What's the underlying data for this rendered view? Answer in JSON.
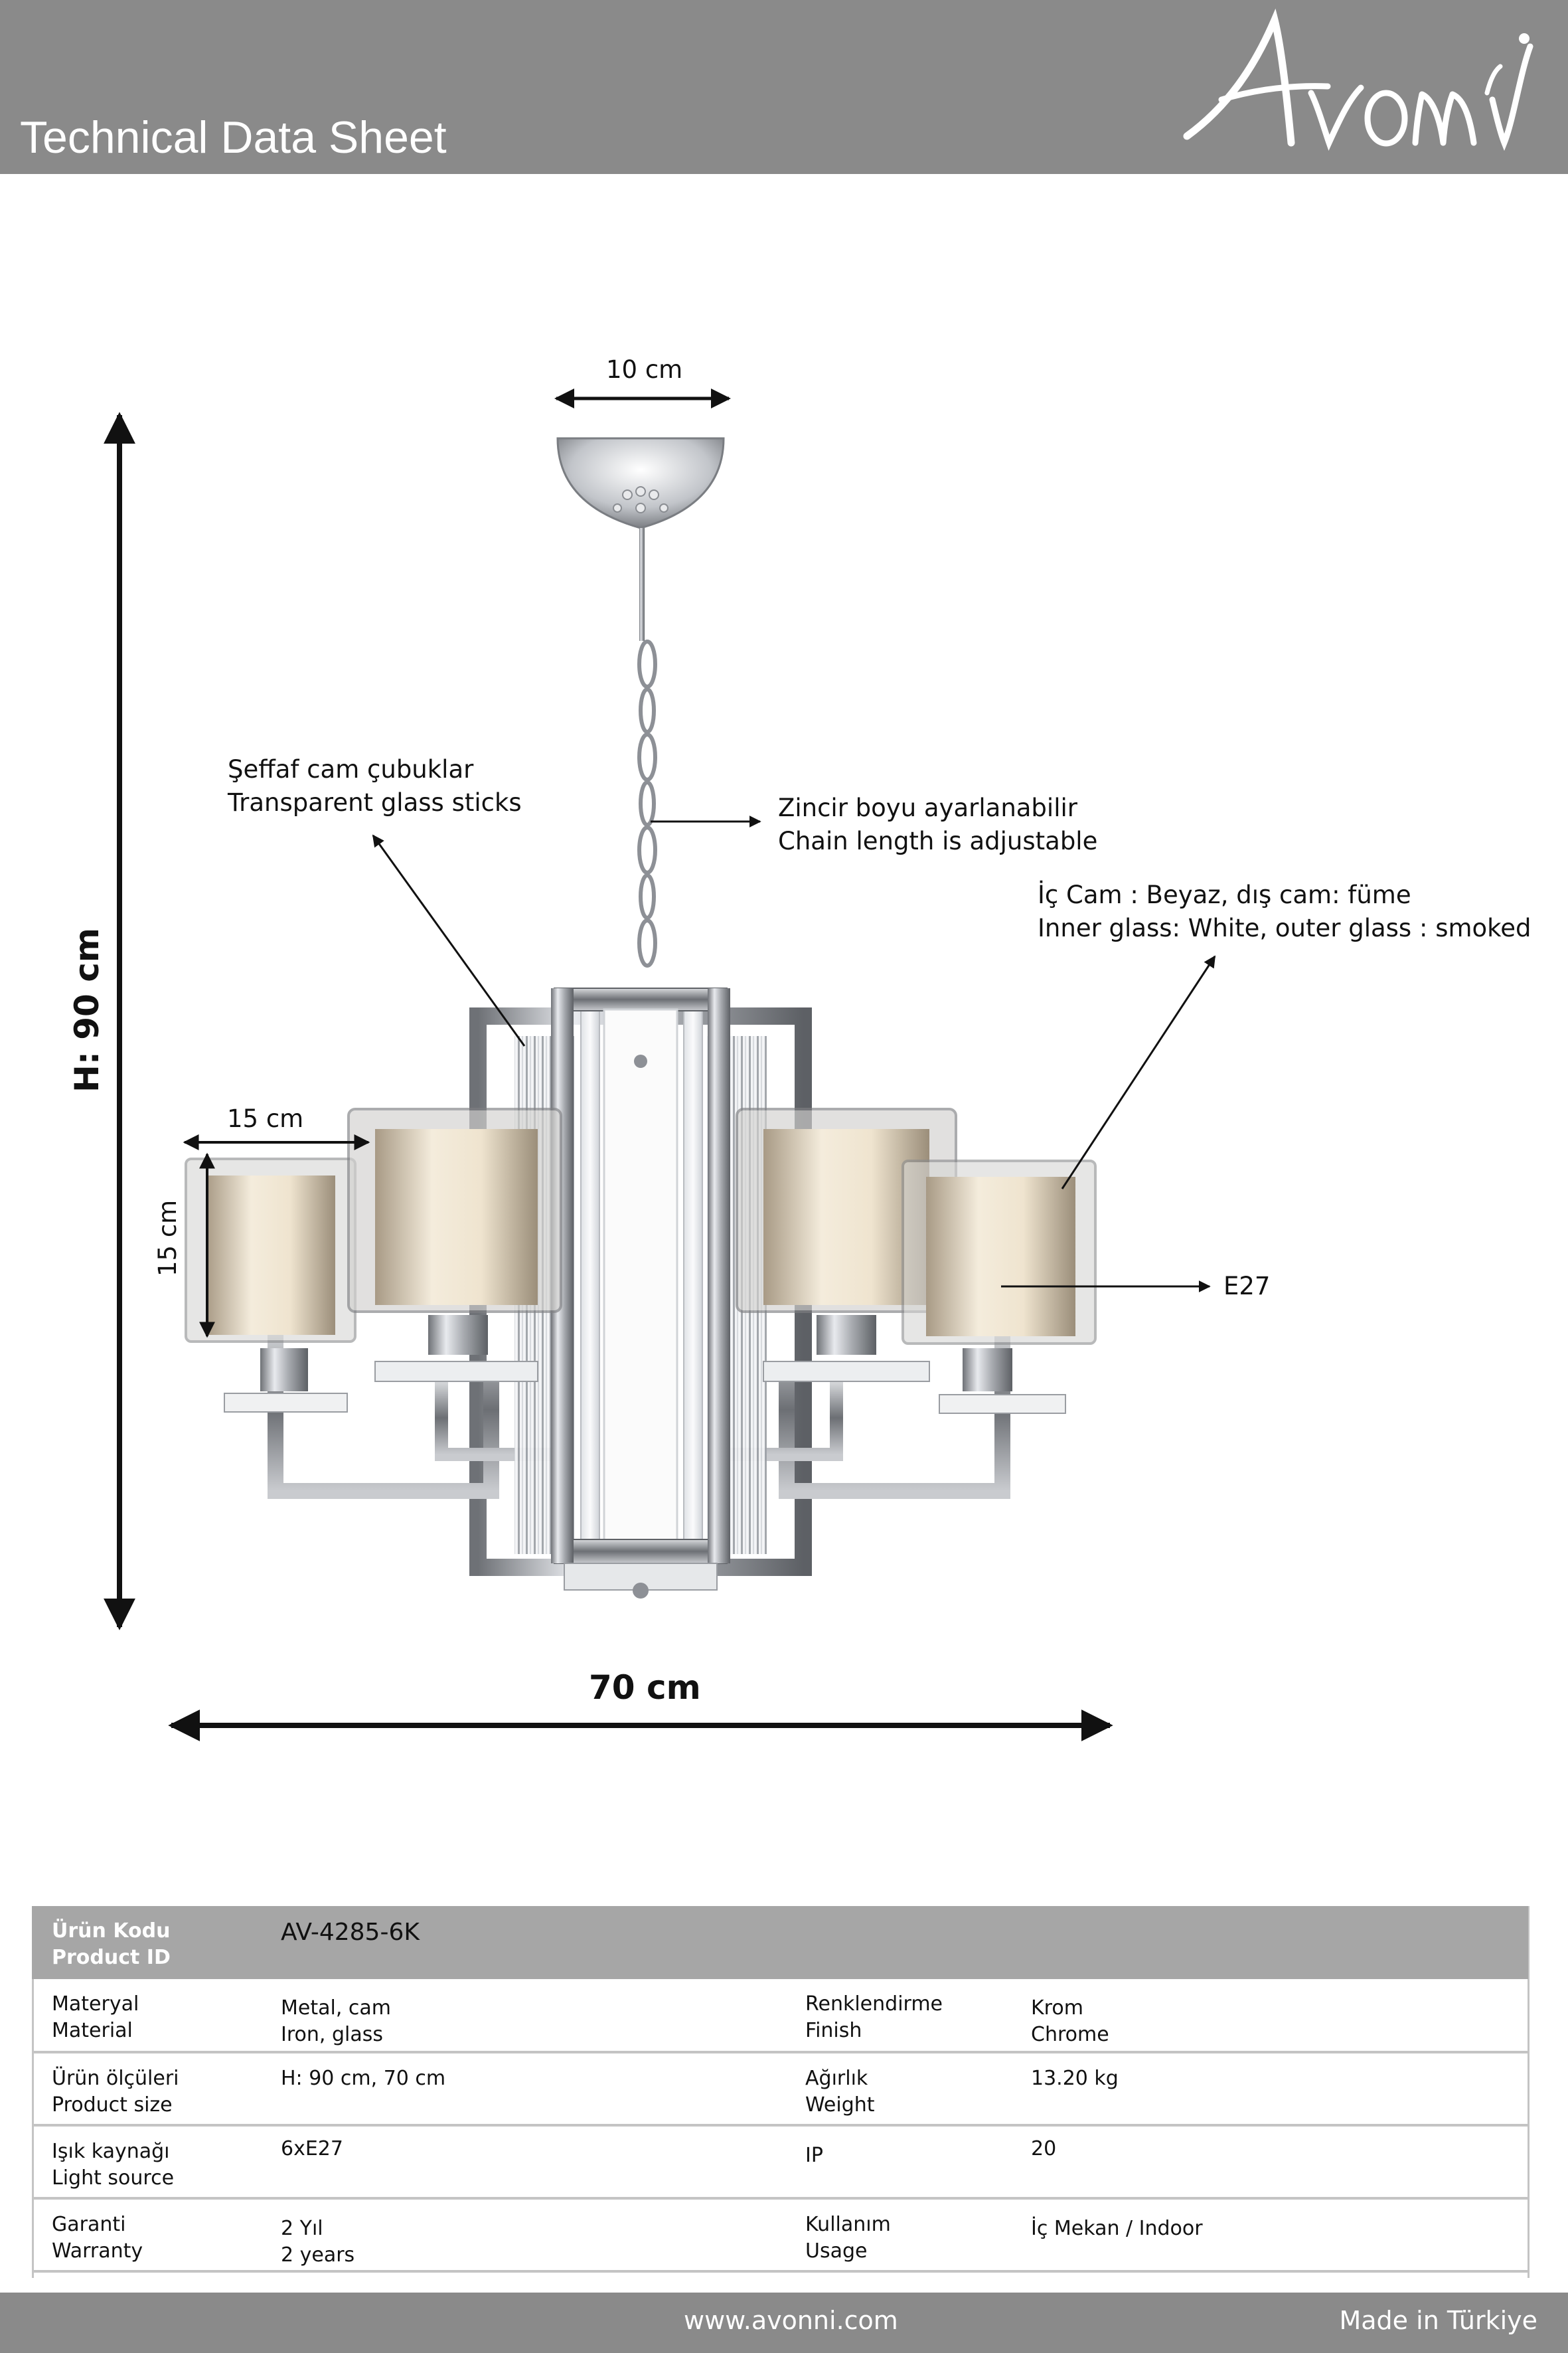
{
  "header": {
    "title": "Technical Data Sheet",
    "brand": "Avonni"
  },
  "dimensions": {
    "canopy_width": "10 cm",
    "height": "H: 90 cm",
    "width": "70 cm",
    "shade_width": "15 cm",
    "shade_height": "15 cm"
  },
  "callouts": {
    "glass_sticks_tr": "Şeffaf cam çubuklar",
    "glass_sticks_en": "Transparent glass sticks",
    "chain_tr": "Zincir boyu ayarlanabilir",
    "chain_en": "Chain length is adjustable",
    "glass_tr": "İç Cam : Beyaz, dış cam: füme",
    "glass_en": "Inner glass: White, outer glass : smoked",
    "socket": "E27"
  },
  "colors": {
    "header_bg": "#8a8a8a",
    "table_head_bg": "#a6a6a6",
    "chrome": "#b8bcc2"
  },
  "specs": {
    "product_id": {
      "label_tr": "Ürün Kodu",
      "label_en": "Product ID",
      "value": "AV-4285-6K"
    },
    "rows": [
      {
        "k_tr": "Materyal",
        "k_en": "Material",
        "v_tr": "Metal, cam",
        "v_en": "Iron, glass",
        "k2_tr": "Renklendirme",
        "k2_en": "Finish",
        "v2_tr": "Krom",
        "v2_en": "Chrome"
      },
      {
        "k_tr": "Ürün ölçüleri",
        "k_en": "Product size",
        "v_tr": "H: 90 cm, 70 cm",
        "v_en": "",
        "k2_tr": "Ağırlık",
        "k2_en": "Weight",
        "v2_tr": "13.20 kg",
        "v2_en": ""
      },
      {
        "k_tr": "Işık kaynağı",
        "k_en": "Light source",
        "v_tr": "6xE27",
        "v_en": "",
        "k2_tr": "IP",
        "k2_en": "",
        "v2_tr": "20",
        "v2_en": ""
      },
      {
        "k_tr": "Garanti",
        "k_en": "Warranty",
        "v_tr": "2 Yıl",
        "v_en": "2 years",
        "k2_tr": "Kullanım",
        "k2_en": "Usage",
        "v2_tr": "İç Mekan / Indoor",
        "v2_en": ""
      }
    ]
  },
  "footer": {
    "url": "www.avonni.com",
    "made": "Made in Türkiye"
  }
}
